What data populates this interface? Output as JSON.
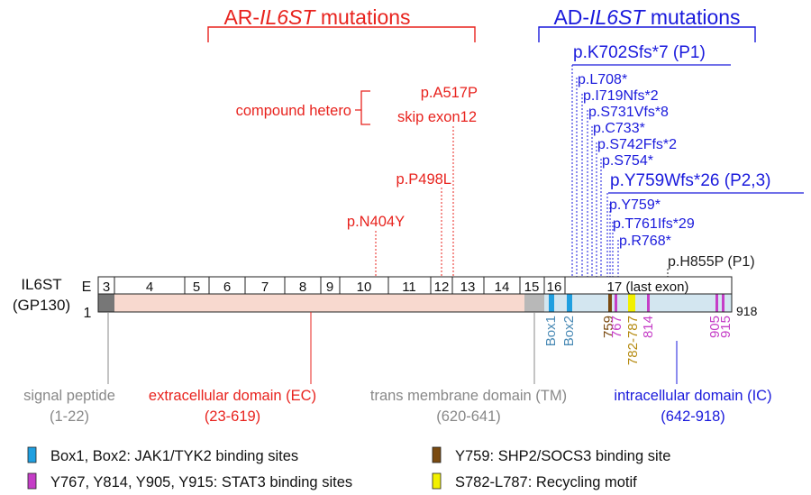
{
  "headers": {
    "ar_prefix": "AR-",
    "ar_gene": "IL6ST",
    "ar_suffix": " mutations",
    "ad_prefix": "AD-",
    "ad_gene": "IL6ST",
    "ad_suffix": " mutations"
  },
  "colors": {
    "ar": "#e8231e",
    "ad": "#1a1adc",
    "black": "#222222",
    "gray": "#888888",
    "ec_fill": "#f8d9cf",
    "ic_fill": "#d3e6f0",
    "signal_fill": "#777777",
    "tm_fill": "#b8b8b8",
    "box_blue": "#1f9fe0",
    "brown": "#7a4a10",
    "magenta": "#c53ec7",
    "yellow": "#f2f000",
    "steel": "#4a8ab5",
    "olive": "#b58a10"
  },
  "ar_mutations": [
    {
      "label": "p.A517P",
      "pos": 517
    },
    {
      "label": "skip exon12",
      "pos": 517
    },
    {
      "label": "p.P498L",
      "pos": 498
    },
    {
      "label": "p.N404Y",
      "pos": 404
    }
  ],
  "compound_label": "compound hetero",
  "ad_mutations": [
    {
      "label": "p.K702Sfs*7 (P1)",
      "pos": 702
    },
    {
      "label": "p.L708*",
      "pos": 708
    },
    {
      "label": "p.I719Nfs*2",
      "pos": 719
    },
    {
      "label": "p.S731Vfs*8",
      "pos": 731
    },
    {
      "label": "p.C733*",
      "pos": 733
    },
    {
      "label": "p.S742Ffs*2",
      "pos": 742
    },
    {
      "label": "p.S754*",
      "pos": 754
    },
    {
      "label": "p.Y759Wfs*26 (P2,3)",
      "pos": 759
    },
    {
      "label": "p.Y759*",
      "pos": 759
    },
    {
      "label": "p.T761Ifs*29",
      "pos": 761
    },
    {
      "label": "p.R768*",
      "pos": 768
    }
  ],
  "other_mutation": {
    "label": "p.H855P (P1)",
    "pos": 855
  },
  "protein": {
    "name_line1": "IL6ST",
    "name_line2": "(GP130)",
    "exon_row_label": "E",
    "start_label": "1",
    "end_label": "918",
    "exons": [
      "3",
      "4",
      "5",
      "6",
      "7",
      "8",
      "9",
      "10",
      "11",
      "12",
      "13",
      "14",
      "15",
      "16",
      "17 (last exon)"
    ]
  },
  "motif_labels": [
    {
      "text": "Box1",
      "color": "steel"
    },
    {
      "text": "Box2",
      "color": "steel"
    },
    {
      "text": "759",
      "color": "brown"
    },
    {
      "text": "767",
      "color": "magenta"
    },
    {
      "text": "782-787",
      "color": "olive"
    },
    {
      "text": "814",
      "color": "magenta"
    },
    {
      "text": "905",
      "color": "magenta"
    },
    {
      "text": "915",
      "color": "magenta"
    }
  ],
  "domains": {
    "signal": {
      "name": "signal peptide",
      "range": "(1-22)"
    },
    "ec": {
      "name": "extracellular domain (EC)",
      "range": "(23-619)"
    },
    "tm": {
      "name": "trans membrane domain (TM)",
      "range": "(620-641)"
    },
    "ic": {
      "name": "intracellular domain (IC)",
      "range": "(642-918)"
    }
  },
  "legend": [
    {
      "label": "Box1, Box2: JAK1/TYK2 binding sites",
      "color": "#1f9fe0"
    },
    {
      "label": "Y759: SHP2/SOCS3 binding site",
      "color": "#7a4a10"
    },
    {
      "label": "Y767, Y814, Y905, Y915: STAT3 binding sites",
      "color": "#c53ec7"
    },
    {
      "label": "S782-L787: Recycling motif",
      "color": "#f2f000"
    }
  ]
}
